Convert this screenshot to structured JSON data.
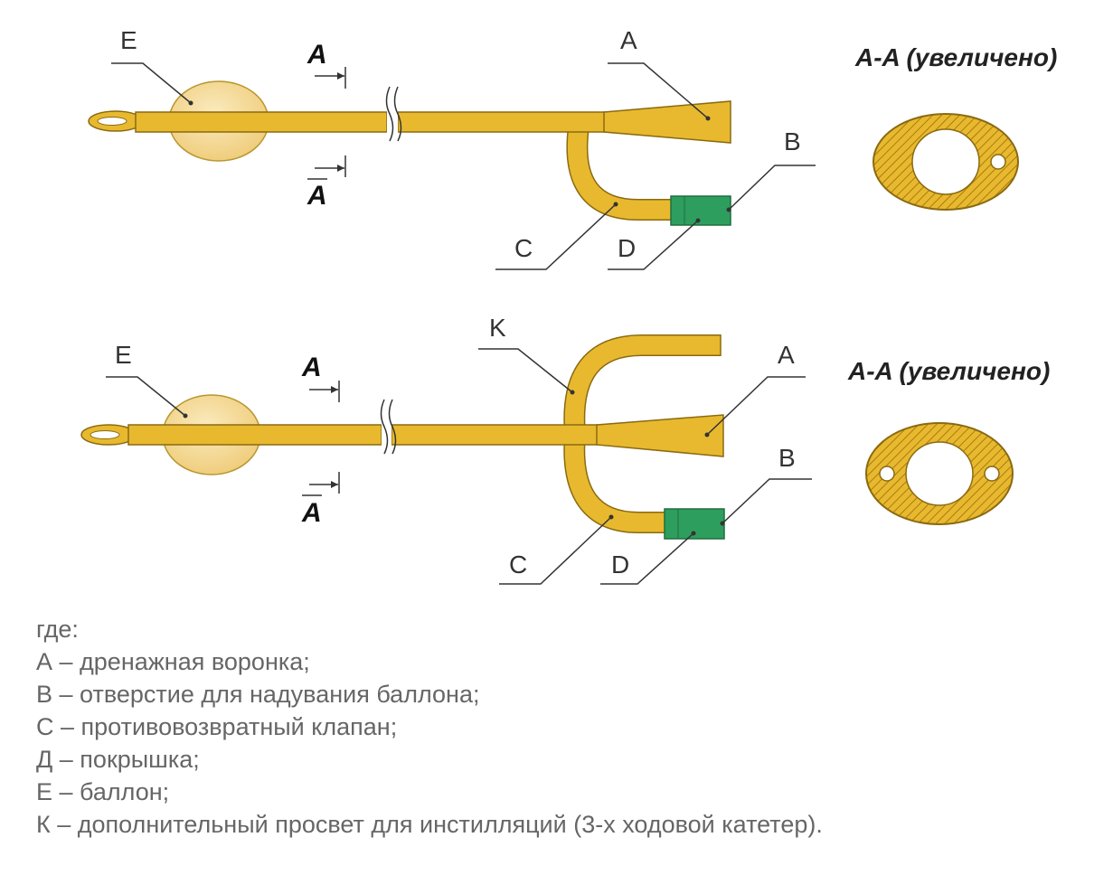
{
  "diagram": {
    "top": {
      "labels": {
        "e": "E",
        "a": "A",
        "b": "B",
        "c": "C",
        "d": "D"
      },
      "cut_label": "A",
      "section_title": "A-A (увеличено)"
    },
    "bottom": {
      "labels": {
        "e": "E",
        "k": "K",
        "a": "A",
        "b": "B",
        "c": "C",
        "d": "D"
      },
      "cut_label": "A",
      "section_title": "A-A (увеличено)"
    },
    "colors": {
      "tube": "#E8B92E",
      "tube_outline": "#8A6A10",
      "balloon": "#F2D68A",
      "cap": "#2E9E5E",
      "hatch": "#C99A1A"
    }
  },
  "legend": {
    "intro": "где:",
    "items": [
      "А – дренажная воронка;",
      "В – отверстие для надувания баллона;",
      "С – противовозвратный клапан;",
      "Д – покрышка;",
      "Е – баллон;",
      "К – дополнительный просвет для инстилляций (3-х ходовой катетер)."
    ]
  }
}
